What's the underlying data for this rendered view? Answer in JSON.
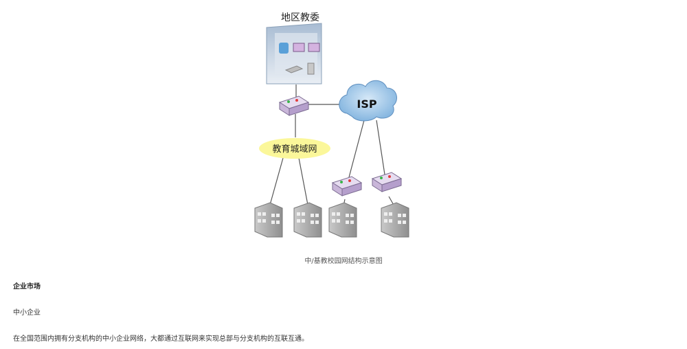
{
  "diagram": {
    "hq_label": "地区教委",
    "isp_label": "ISP",
    "metro_label": "教育城域网",
    "caption": "中/基教校园网结构示意图",
    "colors": {
      "cloud": "#7fb2de",
      "ellipse": "#fbf79a",
      "router": "#c9b6d9",
      "building": "#9a9a9a"
    }
  },
  "content": {
    "section_title": "企业市场",
    "sub_title": "中小企业",
    "paragraph": "在全国范围内拥有分支机构的中小企业网络，大都通过互联网来实现总部与分支机构的互联互通。"
  }
}
